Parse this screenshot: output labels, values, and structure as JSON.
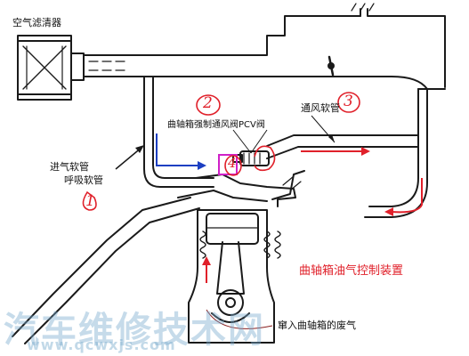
{
  "labels": {
    "air_filter": "空气滤清器",
    "pcv_valve": "曲轴箱强制通风阀PCV阀",
    "vent_hose": "通风软管",
    "intake_hose": "进气软管",
    "breather_hose": "呼吸软管",
    "system_title": "曲轴箱油气控制装置",
    "blowby_gas": "窜入曲轴箱的废气"
  },
  "annotations": {
    "n1": "1",
    "n2": "2",
    "n3": "3",
    "n4": "4"
  },
  "watermark": {
    "text": "汽车维修技术网",
    "url": "www.qcwxjs.com"
  },
  "colors": {
    "line": "#1a1a1a",
    "annotation_red": "#e0202a",
    "arrow_blue": "#1c3fc2",
    "highlight_magenta": "#d020c8",
    "watermark": "#78aacd"
  }
}
